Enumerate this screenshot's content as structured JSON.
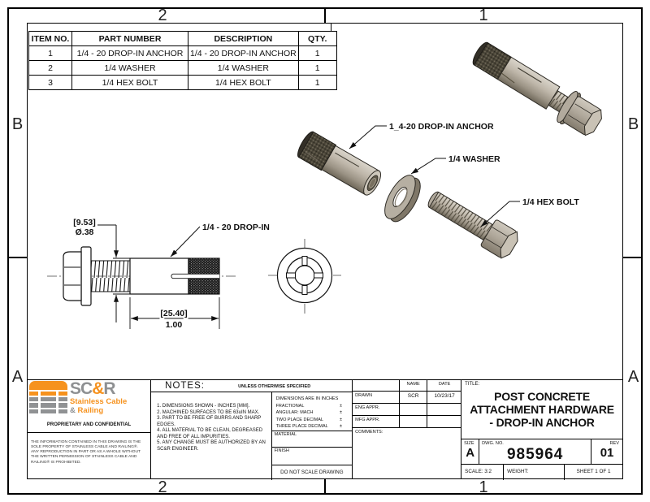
{
  "zones": {
    "top_left": "2",
    "top_right": "1",
    "bottom_left": "2",
    "bottom_right": "1",
    "left_top": "B",
    "left_bottom": "A",
    "right_top": "B",
    "right_bottom": "A"
  },
  "bom_table": {
    "headers": [
      "ITEM NO.",
      "PART NUMBER",
      "DESCRIPTION",
      "QTY."
    ],
    "rows": [
      {
        "item": "1",
        "part": "1/4 - 20 DROP-IN ANCHOR",
        "description": "1/4 - 20 DROP-IN ANCHOR",
        "qty": "1"
      },
      {
        "item": "2",
        "part": "1/4 WASHER",
        "description": "1/4 WASHER",
        "qty": "1"
      },
      {
        "item": "3",
        "part": "1/4 HEX BOLT",
        "description": "1/4 HEX BOLT",
        "qty": "1"
      }
    ]
  },
  "drawing": {
    "callouts": {
      "exploded_anchor": "1_4-20 DROP-IN ANCHOR",
      "exploded_washer": "1/4 WASHER",
      "exploded_bolt": "1/4 HEX BOLT",
      "side_view_label": "1/4 - 20 DROP-IN"
    },
    "dimensions": {
      "diameter_mm": "[9.53]",
      "diameter_in": "Ø.38",
      "length_mm": "[25.40]",
      "length_in": "1.00"
    }
  },
  "title_block": {
    "logo": {
      "brand_sc": "SC",
      "brand_amp": "&",
      "brand_r": "R",
      "sub_line1": "Stainless Cable",
      "sub_amp": "& ",
      "sub_railing": "Railing"
    },
    "proprietary_heading": "PROPRIETARY AND CONFIDENTIAL",
    "proprietary_text": "THE INFORMATION CONTAINED IN THIS DRAWING IS THE SOLE PROPERTY OF STAINLESS CABLE AND RAILING®. ANY REPRODUCTION IN PART OR AS A WHOLE WITHOUT THE WRITTEN PERMISSION OF STAINLESS CABLE AND RAILING® IS PROHIBITED.",
    "notes_heading": "NOTES:",
    "unless_otherwise": "UNLESS OTHERWISE SPECIFIED",
    "notes": [
      "1. DIMENSIONS SHOWN - INCHES [MM].",
      "2. MACHINED SURFACES TO BE 63uIN MAX.",
      "3. PART TO BE FREE OF BURRS AND SHARP EDGES.",
      "4. ALL MATERIAL TO BE CLEAN, DEGREASED AND FREE OF ALL IMPURITIES.",
      "5. ANY CHANGE MUST BE AUTHORIZED BY AN SC&R ENGINEER."
    ],
    "tolerances": {
      "line1": "DIMENSIONS ARE IN INCHES",
      "line2": "FRACTIONAL",
      "line3": "ANGULAR: MACH",
      "line4": "TWO PLACE DECIMAL",
      "line5": "THREE PLACE DECIMAL",
      "pm": "±"
    },
    "material_label": "MATERIAL",
    "finish_label": "FINISH",
    "do_not_scale": "DO NOT SCALE DRAWING",
    "approvals": {
      "name_header": "NAME",
      "date_header": "DATE",
      "rows": [
        {
          "label": "DRAWN",
          "name": "SCR",
          "date": "10/23/17"
        },
        {
          "label": "ENG APPR.",
          "name": "",
          "date": ""
        },
        {
          "label": "MFG APPR.",
          "name": "",
          "date": ""
        }
      ],
      "comments_label": "COMMENTS:"
    },
    "title_label": "TITLE:",
    "title_line1": "POST CONCRETE",
    "title_line2": "ATTACHMENT HARDWARE",
    "title_line3": "- DROP-IN ANCHOR",
    "size_label": "SIZE",
    "size": "A",
    "dwg_label": "DWG.  NO.",
    "dwg_no": "985964",
    "rev_label": "REV",
    "rev": "01",
    "scale": "SCALE: 3:2",
    "weight": "WEIGHT:",
    "sheet": "SHEET 1 OF 1"
  },
  "colors": {
    "accent_orange": "#F6921E",
    "logo_gray": "#8E9092",
    "metal": "#B3AB9F",
    "line": "#111111"
  }
}
